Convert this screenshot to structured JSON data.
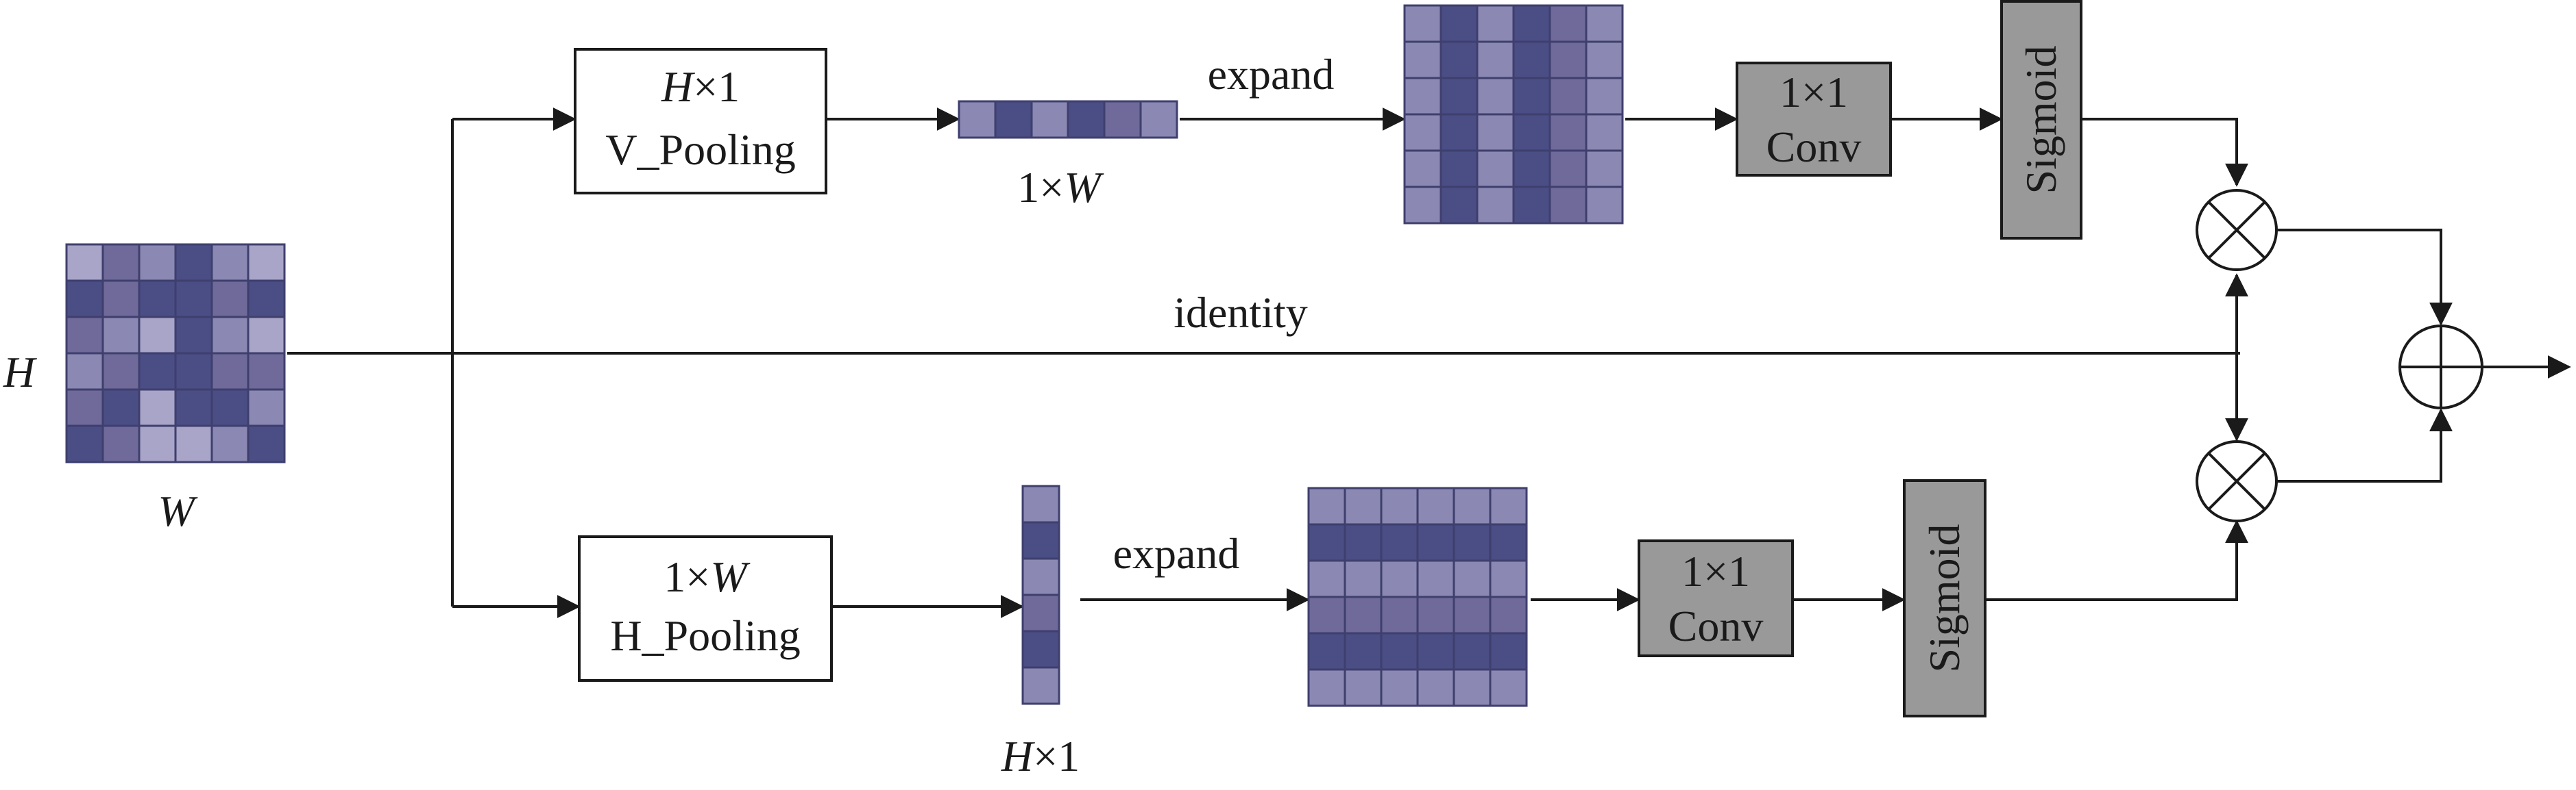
{
  "input": {
    "height_label": "H",
    "width_label": "W",
    "grid": [
      [
        "#a9a5c8",
        "#6f6a9a",
        "#8b88b3",
        "#4a4e85",
        "#8b88b3",
        "#a9a5c8"
      ],
      [
        "#4a4e85",
        "#6f6a9a",
        "#4a4e85",
        "#4a4e85",
        "#6f6a9a",
        "#4a4e85"
      ],
      [
        "#6f6a9a",
        "#8b88b3",
        "#a9a5c8",
        "#4a4e85",
        "#8b88b3",
        "#a9a5c8"
      ],
      [
        "#8b88b3",
        "#6f6a9a",
        "#4a4e85",
        "#4a4e85",
        "#6f6a9a",
        "#6f6a9a"
      ],
      [
        "#6f6a9a",
        "#4a4e85",
        "#a9a5c8",
        "#4a4e85",
        "#4a4e85",
        "#8b88b3"
      ],
      [
        "#4a4e85",
        "#6f6a9a",
        "#a9a5c8",
        "#a9a5c8",
        "#8b88b3",
        "#4a4e85"
      ]
    ]
  },
  "identity_label": "identity",
  "top_branch": {
    "pool_dims_italic": "H",
    "pool_dims_rest": "×1",
    "pool_name": "V_Pooling",
    "vector_label_rest": "1×",
    "vector_label_italic": "W",
    "vector_colors": [
      "#8b88b3",
      "#4a4e85",
      "#8b88b3",
      "#4a4e85",
      "#6f6a9a",
      "#8b88b3"
    ],
    "expand_label": "expand",
    "conv_line1": "1×1",
    "conv_line2": "Conv",
    "sigmoid_label": "Sigmoid"
  },
  "bottom_branch": {
    "pool_dims_rest": "1×",
    "pool_dims_italic": "W",
    "pool_name": "H_Pooling",
    "vector_label_italic": "H",
    "vector_label_rest": "×1",
    "vector_colors": [
      "#8b88b3",
      "#4a4e85",
      "#8b88b3",
      "#6f6a9a",
      "#4a4e85",
      "#8b88b3"
    ],
    "expand_label": "expand",
    "conv_line1": "1×1",
    "conv_line2": "Conv",
    "sigmoid_label": "Sigmoid"
  },
  "colors": {
    "gray_box": "#999999",
    "stroke": "#1a1a1a",
    "cell_border": "#3f3f6e"
  }
}
